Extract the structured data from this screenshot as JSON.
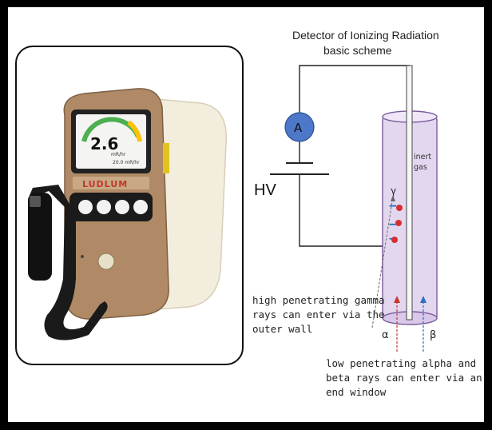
{
  "diagram": {
    "title_line1": "Detector of Ionizing Radiation",
    "title_line2": "basic scheme",
    "ammeter_label": "A",
    "hv_label": "HV",
    "gas_label_line1": "inert",
    "gas_label_line2": "gas",
    "gamma_symbol": "γ",
    "alpha_symbol": "α",
    "beta_symbol": "β",
    "gamma_caption": [
      "high penetrating gamma",
      "rays can enter via the",
      "outer wall"
    ],
    "alpha_beta_caption": [
      "low penetrating alpha and",
      "beta rays can enter via an",
      "end window"
    ]
  },
  "device": {
    "brand": "LUDLUM",
    "reading": "2.6",
    "unit": "mR/hr",
    "sub_reading": "20.0 mR/hr"
  },
  "colors": {
    "tube_fill": "#e3d7f0",
    "tube_stroke": "#7a5c9c",
    "ammeter_fill": "#4d78c9",
    "alpha_arrow": "#c0392b",
    "beta_arrow": "#2f6fc0",
    "ion_plus": "#d32f2f",
    "ion_minus": "#1565c0",
    "device_body": "#f1ead8",
    "device_face": "#b08a66"
  }
}
